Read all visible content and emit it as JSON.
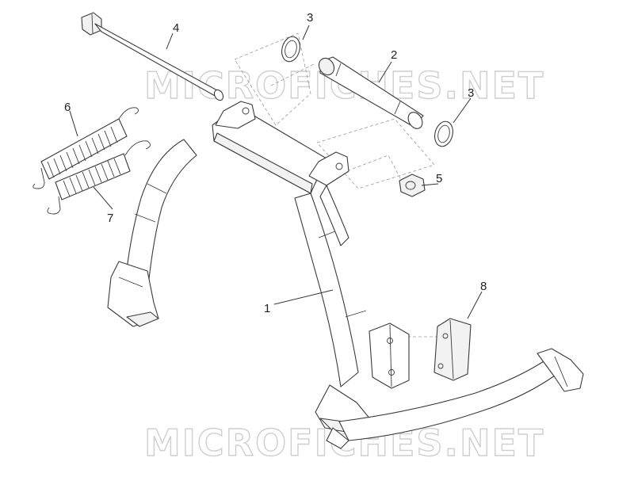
{
  "watermark": {
    "top_text": "MICROFICHES.NET",
    "bottom_text": "MICROFICHES.NET"
  },
  "callouts": {
    "c1": "1",
    "c2": "2",
    "c3a": "3",
    "c3b": "3",
    "c4": "4",
    "c5": "5",
    "c6": "6",
    "c7": "7",
    "c8": "8"
  },
  "colors": {
    "line": "#3a3a3a",
    "watermark": "#cfcfcf",
    "dashed_guides": "#9a9a9a"
  }
}
